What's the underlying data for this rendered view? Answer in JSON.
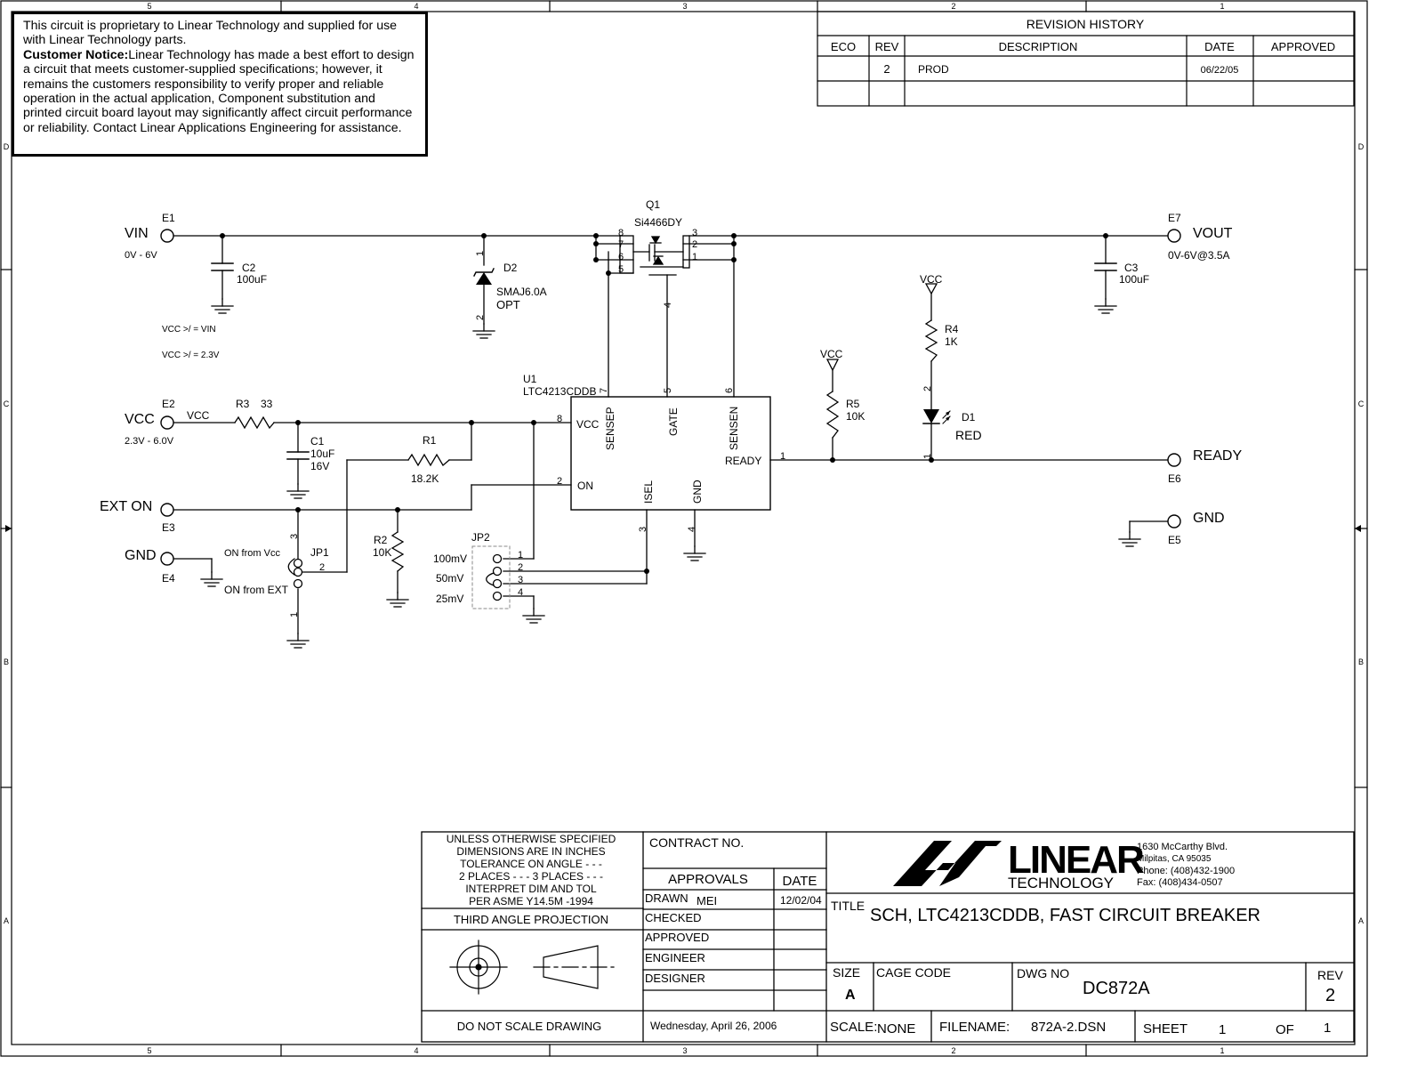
{
  "notice": {
    "intro": "This circuit is proprietary to Linear Technology and supplied for use with Linear Technology parts.",
    "label": "Customer Notice:",
    "body": "Linear Technology has made a best effort to design a circuit that meets customer-supplied specifications; however, it remains the customers responsibility to verify proper and reliable operation in the actual application, Component substitution and printed circuit board layout may significantly affect circuit performance or reliability. Contact Linear Applications Engineering for assistance."
  },
  "border": {
    "col_5": "5",
    "col_4": "4",
    "col_3": "3",
    "col_2": "2",
    "col_1": "1",
    "row_d": "D",
    "row_c": "C",
    "row_b": "B",
    "row_a": "A"
  },
  "revision": {
    "title": "REVISION HISTORY",
    "headers": {
      "eco": "ECO",
      "rev": "REV",
      "description": "DESCRIPTION",
      "date": "DATE",
      "approved": "APPROVED"
    },
    "row1": {
      "eco": "",
      "rev": "2",
      "description": "PROD",
      "date": "06/22/05",
      "approved": ""
    }
  },
  "schematic": {
    "vin_label": "VIN",
    "vin_range": "0V - 6V",
    "e1": "E1",
    "c2_name": "C2",
    "c2_value": "100uF",
    "d2_name": "D2",
    "d2_part": "SMAJ6.0A",
    "d2_opt": "OPT",
    "d2_pin1": "1",
    "d2_pin2": "2",
    "q1_name": "Q1",
    "q1_part": "Si4466DY",
    "q1_pin8": "8",
    "q1_pin7": "7",
    "q1_pin6": "6",
    "q1_pin5": "5",
    "q1_pin3": "3",
    "q1_pin2": "2",
    "q1_pin1": "1",
    "q1_pin4": "4",
    "e7": "E7",
    "vout_label": "VOUT",
    "vout_range": "0V-6V@3.5A",
    "c3_name": "C3",
    "c3_value": "100uF",
    "note1": "VCC >/ = VIN",
    "note2": "VCC >/ = 2.3V",
    "vcc_label": "VCC",
    "vcc_range": "2.3V - 6.0V",
    "e2": "E2",
    "vcc_net": "VCC",
    "r3_name": "R3",
    "r3_value": "33",
    "c1_name": "C1",
    "c1_value": "10uF",
    "c1_voltage": "16V",
    "r1_name": "R1",
    "r1_value": "18.2K",
    "u1_name": "U1",
    "u1_part": "LTC4213CDDB",
    "u1_vcc": "VCC",
    "u1_sensep": "SENSEP",
    "u1_gate": "GATE",
    "u1_sensen": "SENSEN",
    "u1_ready": "READY",
    "u1_on": "ON",
    "u1_isel": "ISEL",
    "u1_gnd": "GND",
    "u1_pin7": "7",
    "u1_pin5": "5",
    "u1_pin6": "6",
    "u1_pin8": "8",
    "u1_pin2": "2",
    "u1_pin1": "1",
    "u1_pin3": "3",
    "u1_pin4": "4",
    "vcc_r5": "VCC",
    "r5_name": "R5",
    "r5_value": "10K",
    "vcc_r4": "VCC",
    "r4_name": "R4",
    "r4_value": "1K",
    "d1_name": "D1",
    "d1_color": "RED",
    "d1_pin2": "2",
    "d1_pin1": "1",
    "ready_label": "READY",
    "e6": "E6",
    "gnd_right_label": "GND",
    "e5": "E5",
    "exton_label": "EXT ON",
    "e3": "E3",
    "gnd_left_label": "GND",
    "e4": "E4",
    "jp1_name": "JP1",
    "jp1_on_vcc": "ON from Vcc",
    "jp1_on_ext": "ON from EXT",
    "jp1_pin3": "3",
    "jp1_pin2": "2",
    "jp1_pin1": "1",
    "r2_name": "R2",
    "r2_value": "10K",
    "jp2_name": "JP2",
    "jp2_100mv": "100mV",
    "jp2_50mv": "50mV",
    "jp2_25mv": "25mV",
    "jp2_pin1": "1",
    "jp2_pin2": "2",
    "jp2_pin3": "3",
    "jp2_pin4": "4"
  },
  "titleblock": {
    "spec_lines": [
      "UNLESS OTHERWISE SPECIFIED",
      "DIMENSIONS ARE IN INCHES",
      "TOLERANCE ON ANGLE - - -",
      "2 PLACES - - -   3 PLACES - - -",
      "INTERPRET DIM AND TOL",
      "PER ASME Y14.5M -1994"
    ],
    "third_angle": "THIRD ANGLE PROJECTION",
    "do_not_scale": "DO NOT SCALE DRAWING",
    "contract_no": "CONTRACT NO.",
    "approvals": "APPROVALS",
    "date_header": "DATE",
    "drawn": "DRAWN",
    "drawn_by": "MEI",
    "drawn_date": "12/02/04",
    "checked": "CHECKED",
    "approved": "APPROVED",
    "engineer": "ENGINEER",
    "designer": "DESIGNER",
    "print_date": "Wednesday, April 26, 2006",
    "company_logo": "LINEAR",
    "company_sub": "TECHNOLOGY",
    "addr1": "1630 McCarthy Blvd.",
    "addr2": "Milpitas, CA 95035",
    "phone": "Phone: (408)432-1900",
    "fax": "Fax: (408)434-0507",
    "title_label": "TITLE",
    "title_value": "SCH, LTC4213CDDB, FAST CIRCUIT BREAKER",
    "size_label": "SIZE",
    "size_value": "A",
    "cage_label": "CAGE CODE",
    "dwg_label": "DWG NO",
    "dwg_value": "DC872A",
    "rev_label": "REV",
    "rev_value": "2",
    "scale_label": "SCALE:",
    "scale_value": "NONE",
    "filename_label": "FILENAME:",
    "filename_value": "872A-2.DSN",
    "sheet_label": "SHEET",
    "sheet_value": "1",
    "of_label": "OF",
    "of_value": "1"
  }
}
